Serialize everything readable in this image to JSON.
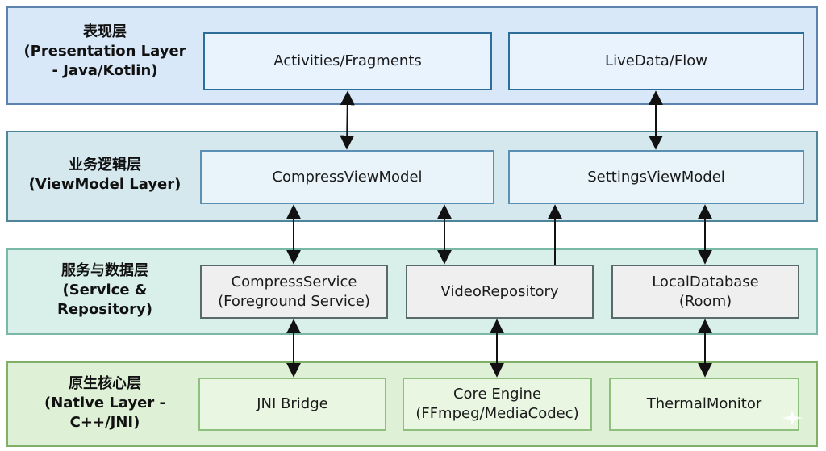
{
  "layers": [
    {
      "id": "presentation",
      "label_cn": "表现层",
      "label_en": "(Presentation Layer\n- Java/Kotlin)",
      "boxes": [
        "Activities/Fragments",
        "LiveData/Flow"
      ]
    },
    {
      "id": "viewmodel",
      "label_cn": "业务逻辑层",
      "label_en": "(ViewModel Layer)",
      "boxes": [
        "CompressViewModel",
        "SettingsViewModel"
      ]
    },
    {
      "id": "service",
      "label_cn": "服务与数据层",
      "label_en": "(Service &\nRepository)",
      "boxes": [
        "CompressService\n(Foreground Service)",
        "VideoRepository",
        "LocalDatabase\n(Room)"
      ]
    },
    {
      "id": "native",
      "label_cn": "原生核心层",
      "label_en": "(Native Layer -\nC++/JNI)",
      "boxes": [
        "JNI Bridge",
        "Core Engine\n(FFmpeg/MediaCodec)",
        "ThermalMonitor"
      ]
    }
  ],
  "connections": [
    {
      "from": "Activities/Fragments",
      "to": "CompressViewModel",
      "direction": "both"
    },
    {
      "from": "LiveData/Flow",
      "to": "SettingsViewModel",
      "direction": "both"
    },
    {
      "from": "CompressViewModel",
      "to": "CompressService",
      "direction": "both"
    },
    {
      "from": "CompressViewModel",
      "to": "VideoRepository",
      "direction": "both"
    },
    {
      "from": "VideoRepository",
      "to": "SettingsViewModel",
      "direction": "up"
    },
    {
      "from": "SettingsViewModel",
      "to": "LocalDatabase",
      "direction": "both"
    },
    {
      "from": "CompressService",
      "to": "JNI Bridge",
      "direction": "both"
    },
    {
      "from": "VideoRepository",
      "to": "Core Engine",
      "direction": "both"
    },
    {
      "from": "LocalDatabase",
      "to": "ThermalMonitor",
      "direction": "both"
    }
  ]
}
